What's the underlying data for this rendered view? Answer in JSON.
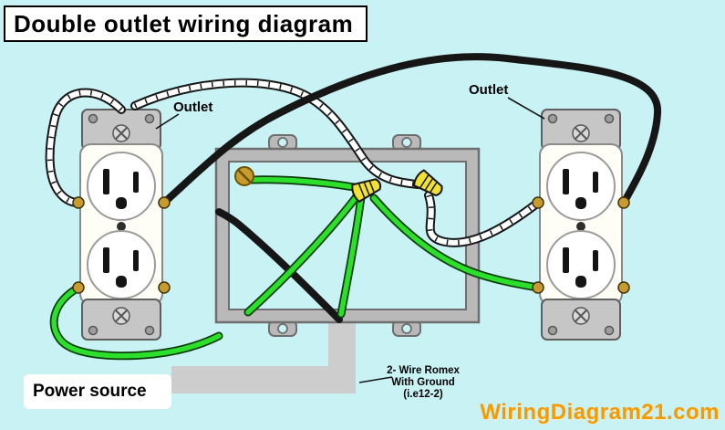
{
  "title": "Double outlet wiring diagram",
  "labels": {
    "outlet_left": "Outlet",
    "outlet_right": "Outlet",
    "power_source": "Power source",
    "romex_line1": "2- Wire Romex",
    "romex_line2": "With Ground",
    "romex_line3": "(i.e12-2)",
    "watermark": "WiringDiagram21.com"
  },
  "colors": {
    "background": "#c9f2f4",
    "wire_black": "#161616",
    "wire_white": "#ffffff",
    "wire_green": "#2bdf2b",
    "wire_nut": "#f2e135",
    "brass": "#c79b2e",
    "box_gray": "#b9b9b9",
    "box_edge": "#6e6e6e",
    "cable_gray": "#cdcdcd",
    "watermark_orange": "#f59b00"
  }
}
